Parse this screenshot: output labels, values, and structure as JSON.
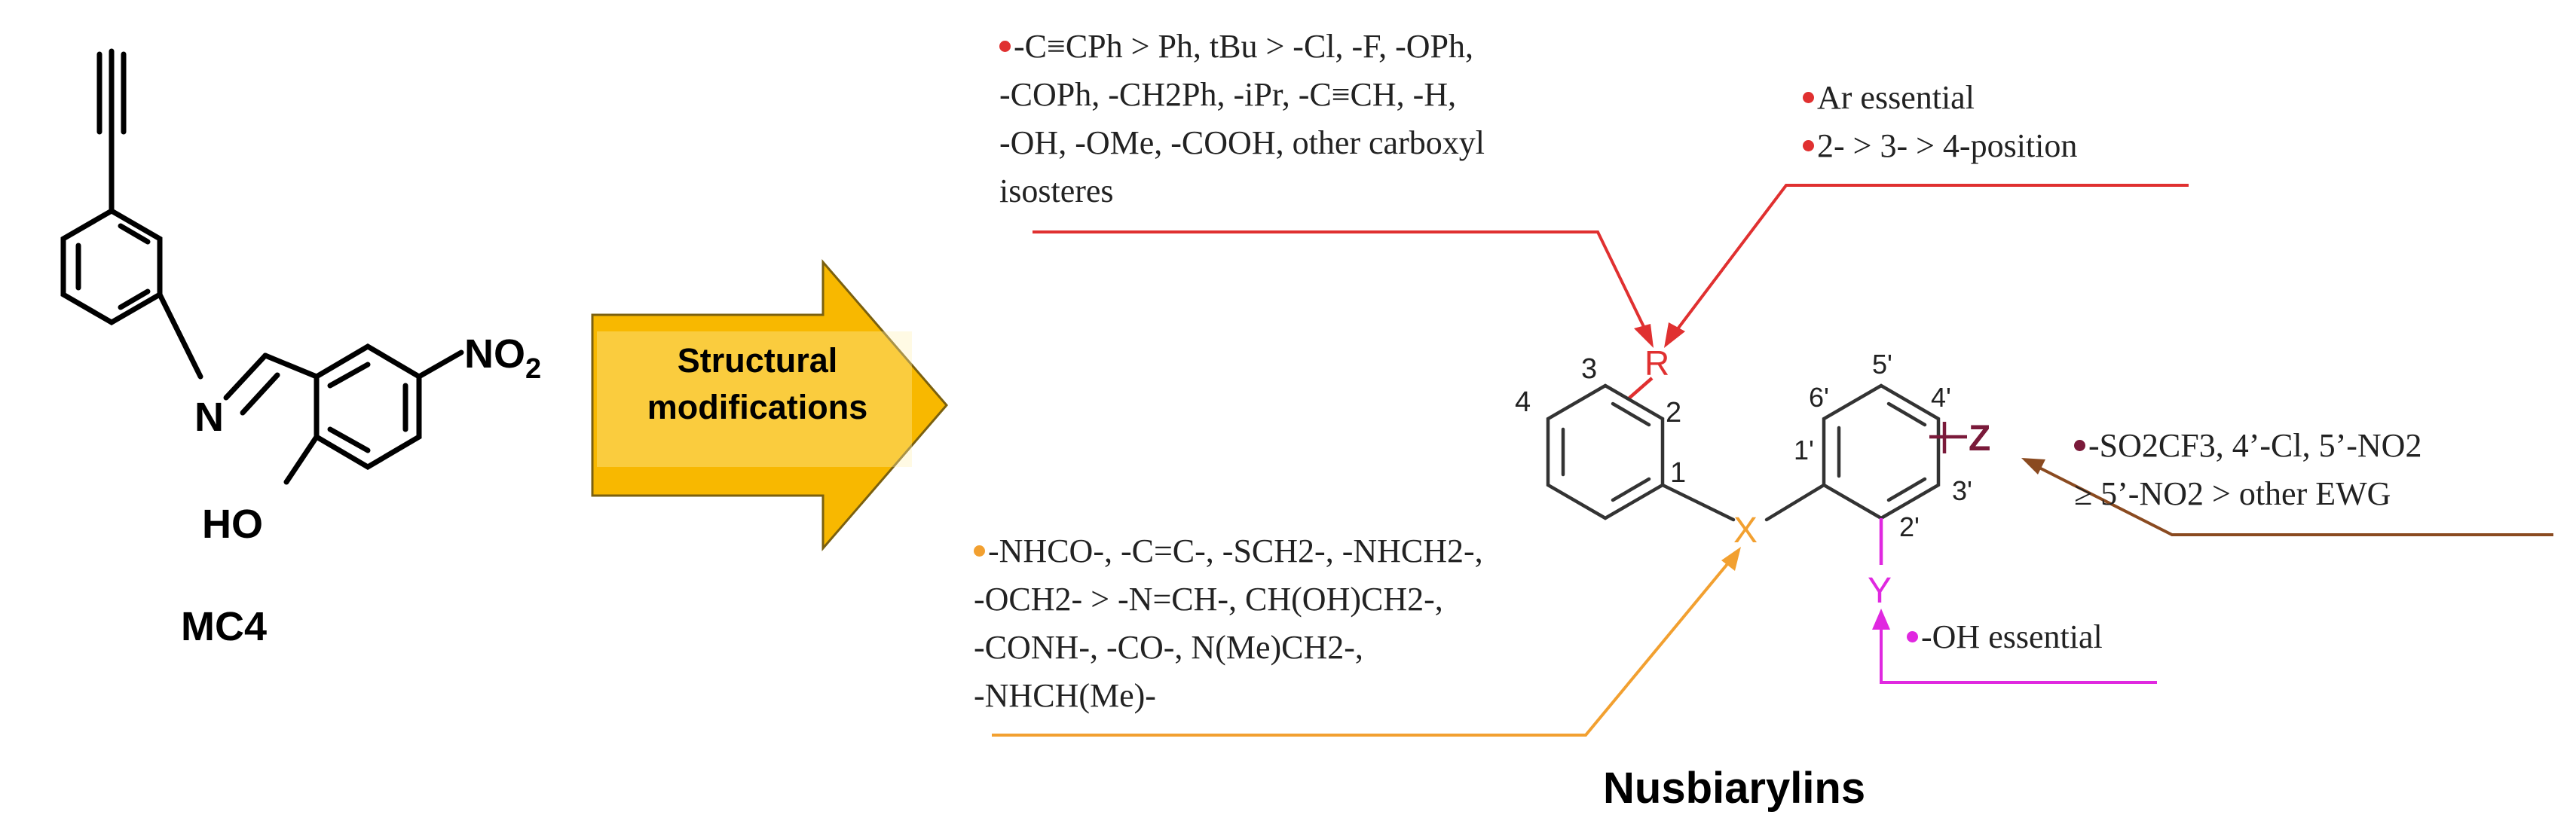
{
  "colors": {
    "red": "#e03030",
    "orange": "#f2a030",
    "magenta": "#e028e0",
    "brown": "#8a4a20",
    "maroon": "#7a1a3a",
    "arrow_fill": "#f8b800",
    "arrow_stroke": "#7a6010",
    "arrow_text_box": "#fff2b3"
  },
  "left_molecule": {
    "name": "MC4",
    "atoms": {
      "n": "N",
      "no2_main": "NO",
      "no2_sub": "2",
      "ho": "HO"
    }
  },
  "transition_arrow": {
    "line1": "Structural",
    "line2": "modifications"
  },
  "scaffold": {
    "title": "Nusbiarylins",
    "substituents": {
      "r": "R",
      "x": "X",
      "y": "Y",
      "z": "Z"
    },
    "ring_a_positions": {
      "p1": "1",
      "p2": "2",
      "p3": "3",
      "p4": "4"
    },
    "ring_b_positions": {
      "p1": "1'",
      "p2": "2'",
      "p3": "3'",
      "p4": "4'",
      "p5": "5'",
      "p6": "6'"
    }
  },
  "sar": {
    "r_block": {
      "lines": [
        "-C≡CPh > Ph, tBu > -Cl, -F, -OPh,",
        "-COPh, -CH2Ph, -iPr, -C≡CH, -H,",
        "-OH, -OMe, -COOH, other carboxyl",
        "isosteres"
      ]
    },
    "ar_block": {
      "line1": "Ar essential",
      "line2": "2- > 3- > 4-position"
    },
    "x_block": {
      "lines": [
        "-NHCO-, -C=C-, -SCH2-, -NHCH2-,",
        "-OCH2- > -N=CH-, CH(OH)CH2-,",
        "-CONH-, -CO-, N(Me)CH2-,",
        "-NHCH(Me)-"
      ]
    },
    "y_block": {
      "line1": "-OH essential"
    },
    "z_block": {
      "line1": "-SO2CF3, 4’-Cl, 5’-NO2",
      "line2": "≥ 5’-NO2 > other EWG"
    }
  }
}
